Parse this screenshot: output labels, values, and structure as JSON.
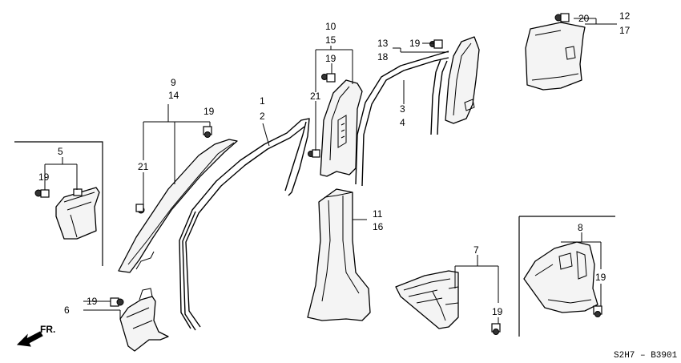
{
  "diagram": {
    "code": "S2H7 – B3901",
    "front_label": "FR.",
    "callouts": [
      {
        "id": "c1",
        "text": "1"
      },
      {
        "id": "c2",
        "text": "2"
      },
      {
        "id": "c3",
        "text": "3"
      },
      {
        "id": "c4",
        "text": "4"
      },
      {
        "id": "c5",
        "text": "5"
      },
      {
        "id": "c6",
        "text": "6"
      },
      {
        "id": "c7",
        "text": "7"
      },
      {
        "id": "c8",
        "text": "8"
      },
      {
        "id": "c9",
        "text": "9"
      },
      {
        "id": "c10",
        "text": "10"
      },
      {
        "id": "c11",
        "text": "11"
      },
      {
        "id": "c12",
        "text": "12"
      },
      {
        "id": "c13",
        "text": "13"
      },
      {
        "id": "c14",
        "text": "14"
      },
      {
        "id": "c15",
        "text": "15"
      },
      {
        "id": "c16",
        "text": "16"
      },
      {
        "id": "c17",
        "text": "17"
      },
      {
        "id": "c18",
        "text": "18"
      },
      {
        "id": "c19",
        "text": "19"
      },
      {
        "id": "c20",
        "text": "20"
      },
      {
        "id": "c21",
        "text": "21"
      }
    ]
  }
}
